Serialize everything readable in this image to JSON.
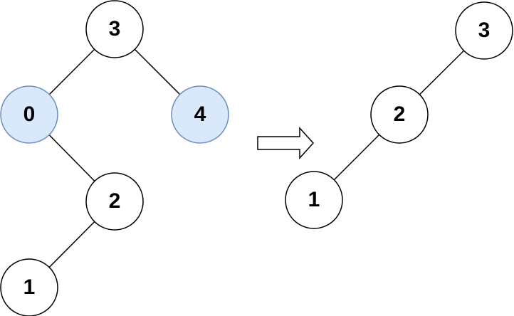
{
  "colors": {
    "background": "#ffffff",
    "node_fill": "#ffffff",
    "node_stroke": "#000000",
    "removed_fill": "#dae8fc",
    "removed_stroke": "#6c8ebf",
    "edge": "#000000",
    "arrow_fill": "#ffffff",
    "arrow_stroke": "#000000",
    "text": "#000000"
  },
  "left_tree": {
    "nodes": [
      {
        "id": "L3",
        "label": "3",
        "state": "kept"
      },
      {
        "id": "L0",
        "label": "0",
        "state": "removed"
      },
      {
        "id": "L4",
        "label": "4",
        "state": "removed"
      },
      {
        "id": "L2",
        "label": "2",
        "state": "kept"
      },
      {
        "id": "L1",
        "label": "1",
        "state": "kept"
      }
    ],
    "edges": [
      {
        "from": "L3",
        "to": "L0"
      },
      {
        "from": "L3",
        "to": "L4"
      },
      {
        "from": "L0",
        "to": "L2"
      },
      {
        "from": "L2",
        "to": "L1"
      }
    ]
  },
  "transform_arrow": {
    "icon": "right-arrow-outline"
  },
  "right_tree": {
    "nodes": [
      {
        "id": "R3",
        "label": "3",
        "state": "kept"
      },
      {
        "id": "R2",
        "label": "2",
        "state": "kept"
      },
      {
        "id": "R1",
        "label": "1",
        "state": "kept"
      }
    ],
    "edges": [
      {
        "from": "R3",
        "to": "R2"
      },
      {
        "from": "R2",
        "to": "R1"
      }
    ]
  }
}
